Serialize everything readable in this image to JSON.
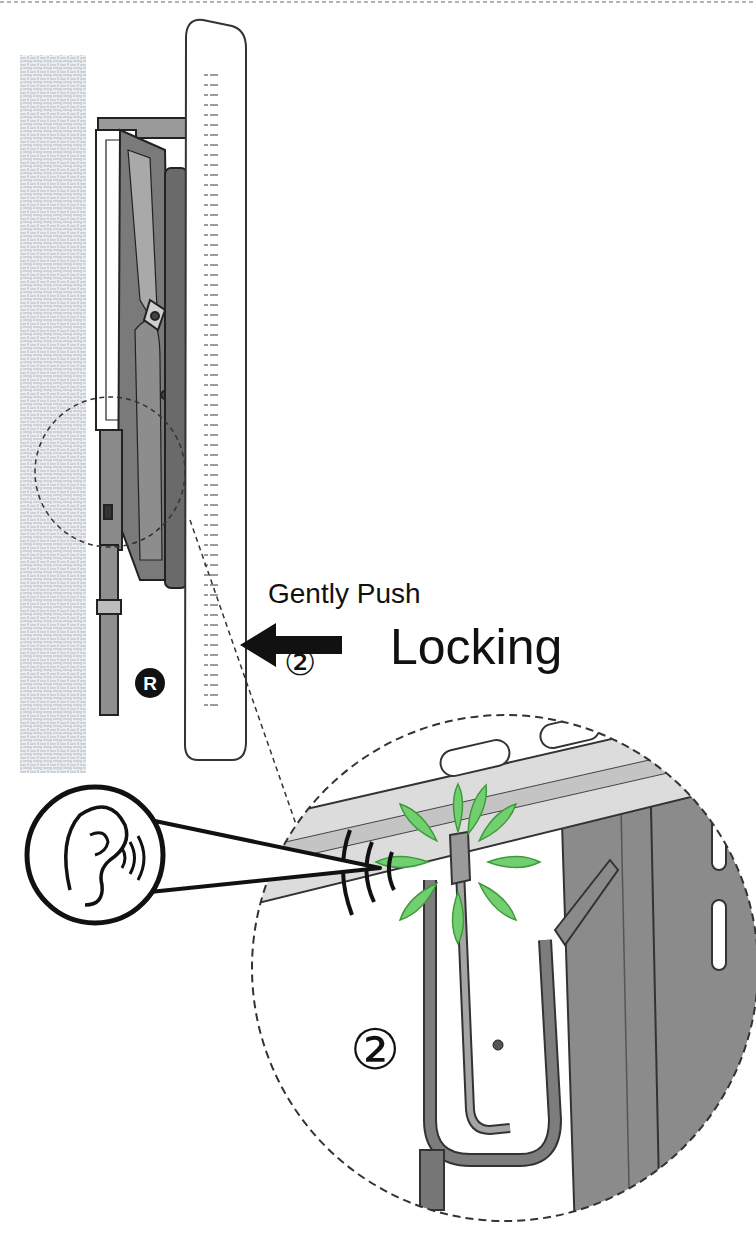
{
  "diagram": {
    "nodes": [
      {
        "text": [
          "R"
        ]
      }
    ],
    "labels": [
      "Gently Push",
      "②",
      "Locking",
      "②"
    ]
  }
}
